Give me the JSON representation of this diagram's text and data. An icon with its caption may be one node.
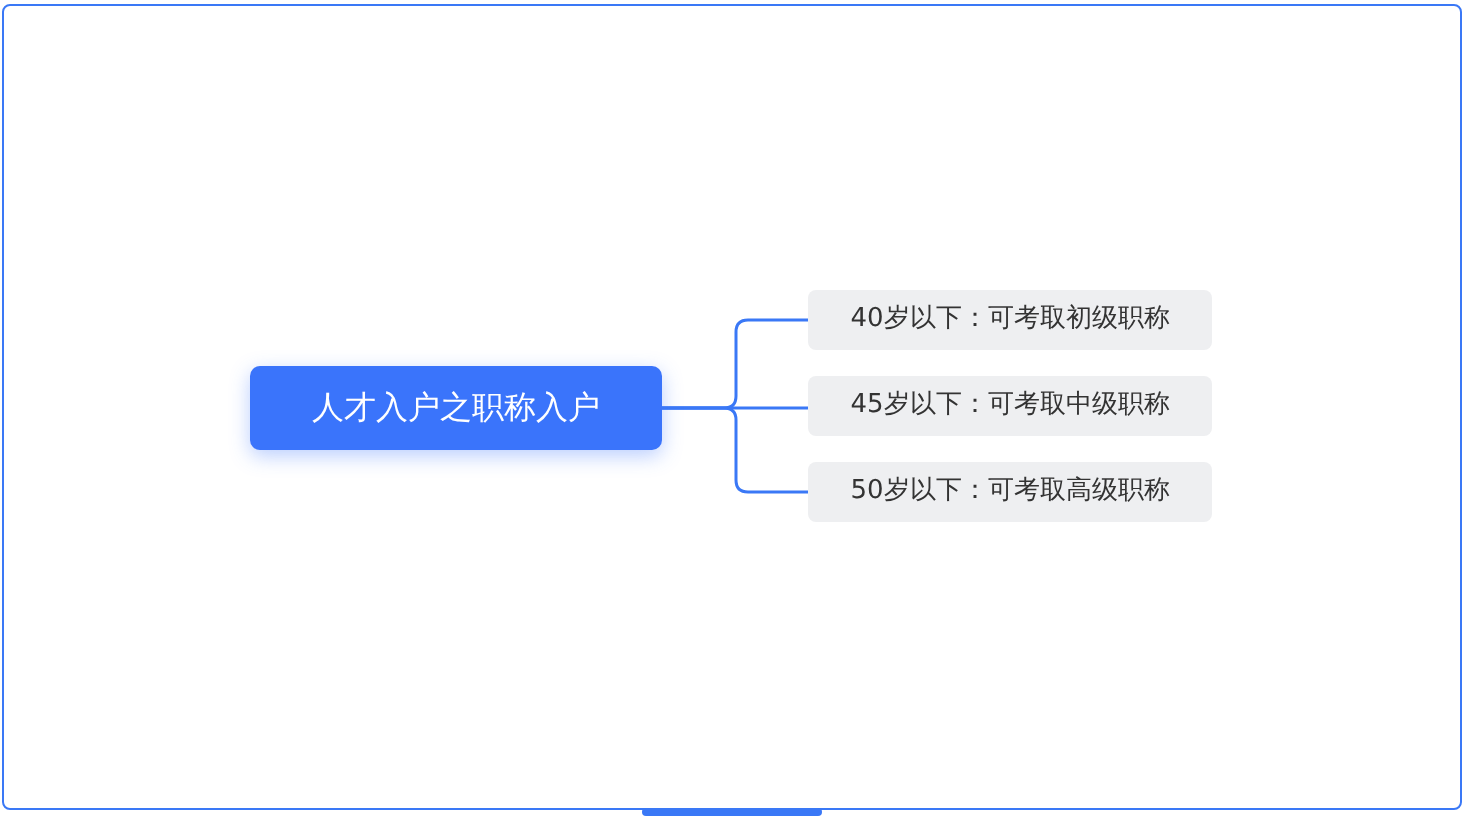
{
  "diagram": {
    "nodes": [
      {
        "text": [
          "人才入户之职称入户"
        ]
      },
      {
        "text": [
          "40岁以下：可考取初级职称"
        ]
      },
      {
        "text": [
          "45岁以下：可考取中级职称"
        ]
      },
      {
        "text": [
          "50岁以下：可考取高级职称"
        ]
      }
    ],
    "edges": [
      {
        "from": 0,
        "to": 1,
        "arrow": "none"
      },
      {
        "from": 0,
        "to": 2,
        "arrow": "none"
      },
      {
        "from": 0,
        "to": 3,
        "arrow": "none"
      }
    ]
  }
}
